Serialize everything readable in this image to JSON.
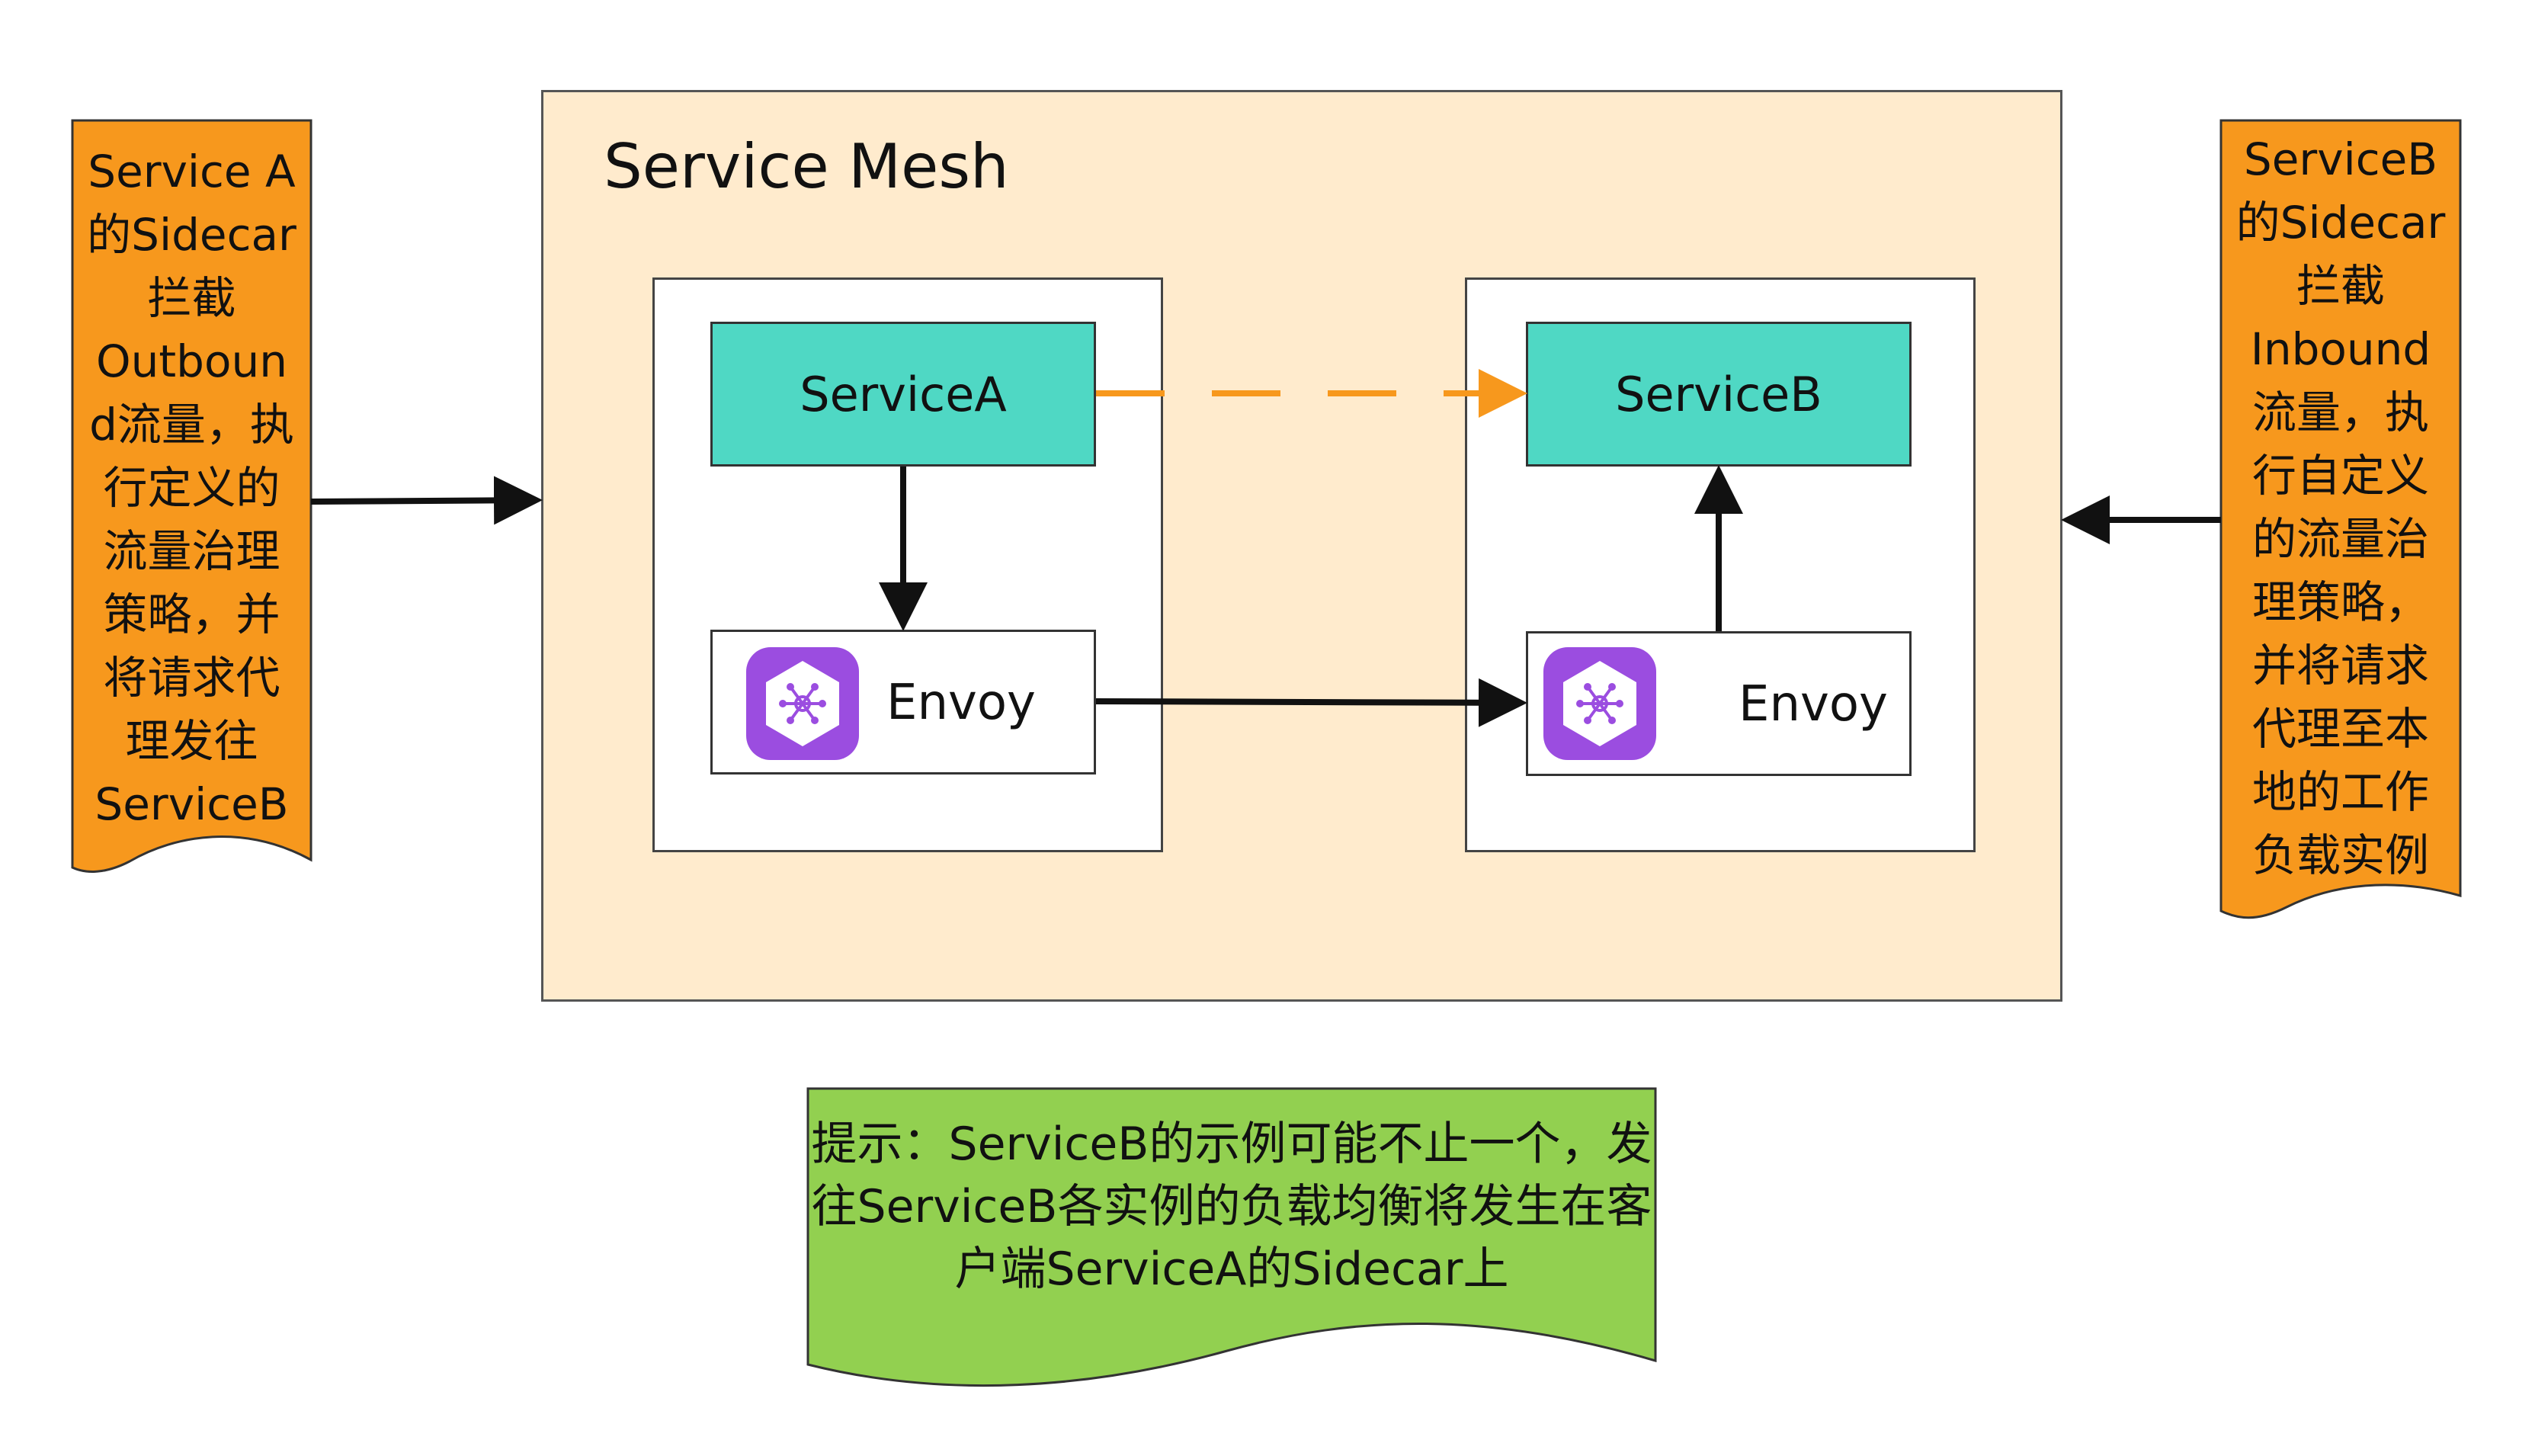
{
  "mesh": {
    "title": "Service Mesh"
  },
  "pod_a": {
    "service_label": "ServiceA",
    "envoy_label": "Envoy"
  },
  "pod_b": {
    "service_label": "ServiceB",
    "envoy_label": "Envoy"
  },
  "note_left": {
    "lines": [
      "Service A",
      "的Sidecar",
      "拦截",
      "Outboun",
      "d流量，执",
      "行定义的",
      "流量治理",
      "策略，并",
      "将请求代",
      "理发往",
      "ServiceB"
    ]
  },
  "note_right": {
    "lines": [
      "ServiceB",
      "的Sidecar",
      "拦截",
      "Inbound",
      "流量，执",
      "行自定义",
      "的流量治",
      "理策略，",
      "并将请求",
      "代理至本",
      "地的工作",
      "负载实例"
    ]
  },
  "hint": {
    "lines": [
      "提示：ServiceB的示例可能不止一个，发",
      "往ServiceB各实例的负载均衡将发生在客",
      "户端ServiceA的Sidecar上"
    ]
  },
  "colors": {
    "note_fill": "#f7981d",
    "hint_fill": "#92d050",
    "mesh_fill": "#ffebcd",
    "service_fill": "#4fd8c4",
    "envoy_logo": "#9b4de0",
    "dashed_arrow": "#f7981d"
  }
}
